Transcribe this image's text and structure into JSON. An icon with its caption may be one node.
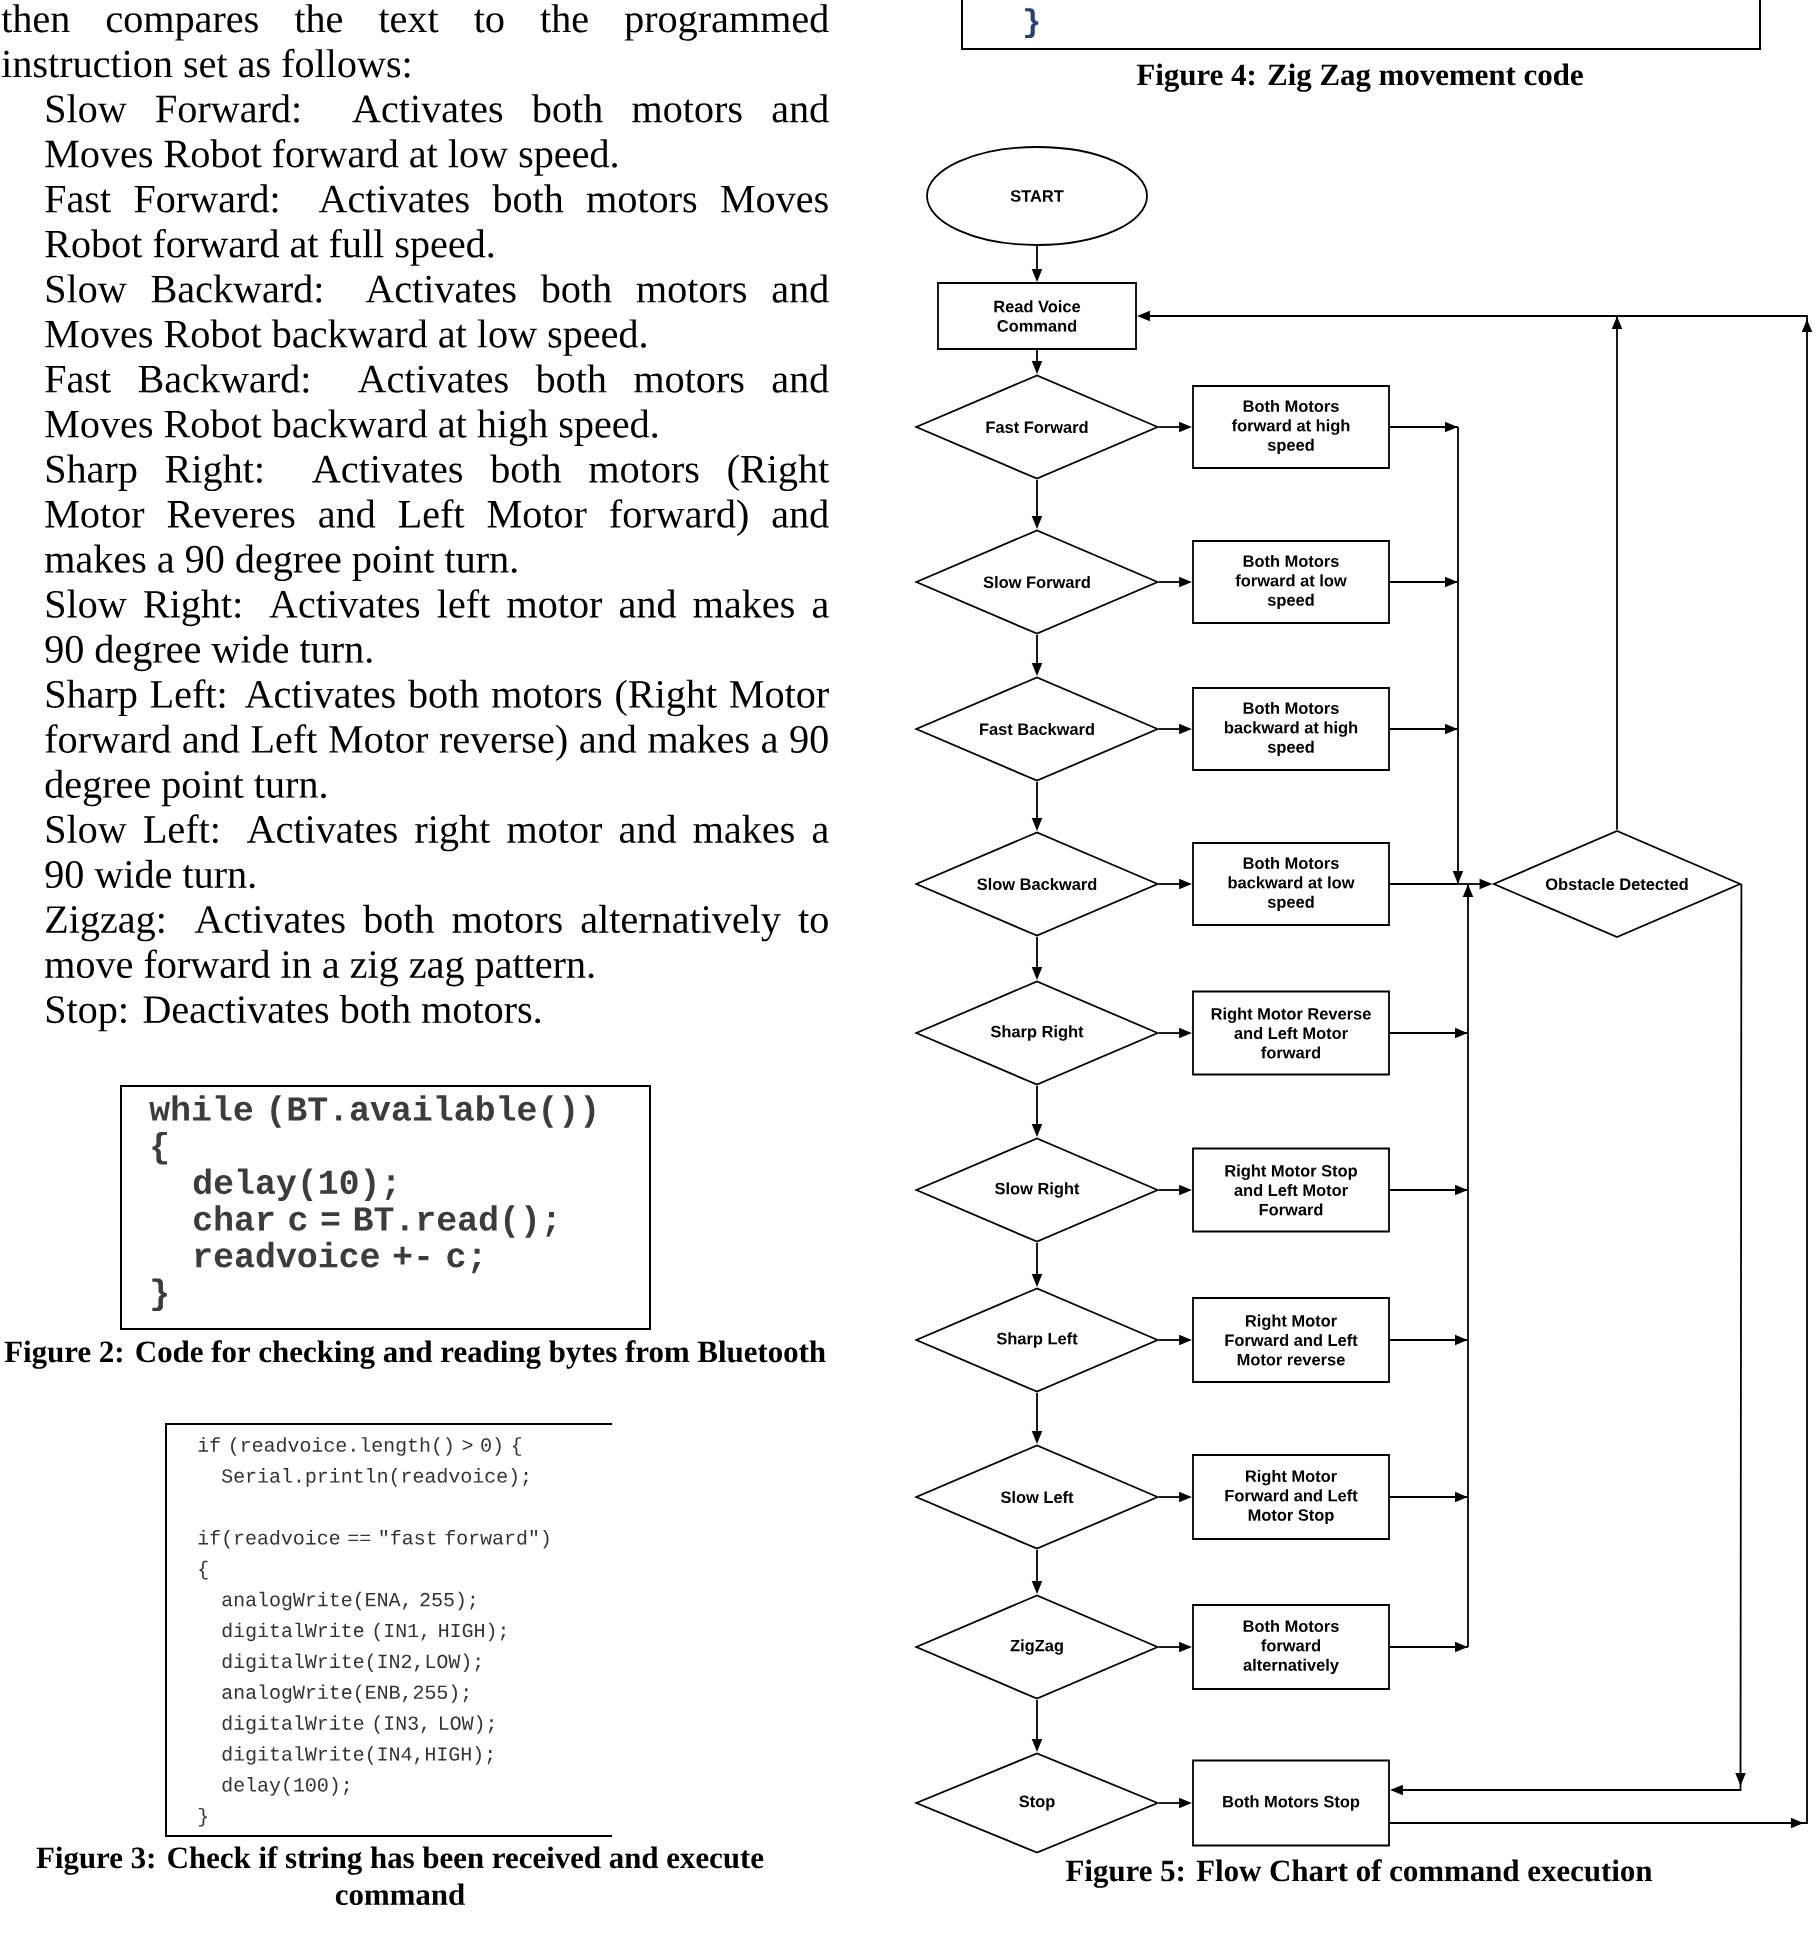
{
  "diagram": {
    "caption": "Figure 5: Flow Chart of command execution",
    "nodes": [
      {
        "text": [
          "while (BT.available())",
          "{",
          "delay(10);",
          "char c = BT.read();",
          "readvoice +- c;",
          "}"
        ],
        "beside": [
          "Figure 2: Code for checking and reading bytes from Bluetooth"
        ]
      },
      {
        "text": [
          "if (readvoice.length() > 0) {",
          "Serial.println(readvoice);",
          "if(readvoice == \"fast forward\")",
          "{",
          "analogWrite(ENA, 255);",
          "digitalWrite (IN1, HIGH);",
          "digitalWrite(IN2,LOW);",
          "analogWrite(ENB,255);",
          "digitalWrite (IN3, LOW);",
          "digitalWrite(IN4,HIGH);",
          "delay(100);",
          "}"
        ],
        "beside": [
          "Figure 3: Check if string has been received and execute command"
        ]
      },
      {
        "text": [
          "}"
        ],
        "beside": [
          "Figure 4: Zig Zag movement code"
        ]
      },
      {
        "text": [
          "START"
        ]
      },
      {
        "text": [
          "Read Voice Command"
        ]
      },
      {
        "text": [
          "Fast Forward"
        ]
      },
      {
        "text": [
          "Both Motors forward at high speed"
        ]
      },
      {
        "text": [
          "Slow Forward"
        ]
      },
      {
        "text": [
          "Both Motors forward at low speed"
        ]
      },
      {
        "text": [
          "Fast Backward"
        ]
      },
      {
        "text": [
          "Both Motors backward at high speed"
        ]
      },
      {
        "text": [
          "Slow Backward"
        ]
      },
      {
        "text": [
          "Both Motors backward at low speed"
        ]
      },
      {
        "text": [
          "Obstacle Detected"
        ]
      },
      {
        "text": [
          "Sharp Right"
        ]
      },
      {
        "text": [
          "Right Motor Reverse and Left Motor forward"
        ]
      },
      {
        "text": [
          "Slow Right"
        ]
      },
      {
        "text": [
          "Right Motor Stop and Left Motor Forward"
        ]
      },
      {
        "text": [
          "Sharp Left"
        ]
      },
      {
        "text": [
          "Right Motor Forward and Left Motor reverse"
        ]
      },
      {
        "text": [
          "Slow Left"
        ]
      },
      {
        "text": [
          "Right Motor Forward and Left Motor Stop"
        ]
      },
      {
        "text": [
          "ZigZag"
        ]
      },
      {
        "text": [
          "Both Motors forward alternatively"
        ]
      },
      {
        "text": [
          "Stop"
        ]
      },
      {
        "text": [
          "Both Motors Stop"
        ]
      }
    ],
    "edges": [
      {
        "from": 3,
        "to": 4,
        "arrow": "to"
      },
      {
        "from": 4,
        "to": 5,
        "arrow": "to"
      },
      {
        "from": 5,
        "to": 7,
        "arrow": "to"
      },
      {
        "from": 7,
        "to": 9,
        "arrow": "to"
      },
      {
        "from": 9,
        "to": 11,
        "arrow": "to"
      },
      {
        "from": 11,
        "to": 14,
        "arrow": "to"
      },
      {
        "from": 14,
        "to": 16,
        "arrow": "to"
      },
      {
        "from": 16,
        "to": 18,
        "arrow": "to"
      },
      {
        "from": 18,
        "to": 20,
        "arrow": "to"
      },
      {
        "from": 20,
        "to": 22,
        "arrow": "to"
      },
      {
        "from": 22,
        "to": 24,
        "arrow": "to"
      },
      {
        "from": 5,
        "to": 6,
        "arrow": "to"
      },
      {
        "from": 7,
        "to": 8,
        "arrow": "to"
      },
      {
        "from": 9,
        "to": 10,
        "arrow": "to"
      },
      {
        "from": 11,
        "to": 12,
        "arrow": "to"
      },
      {
        "from": 14,
        "to": 15,
        "arrow": "to"
      },
      {
        "from": 16,
        "to": 17,
        "arrow": "to"
      },
      {
        "from": 18,
        "to": 19,
        "arrow": "to"
      },
      {
        "from": 20,
        "to": 21,
        "arrow": "to"
      },
      {
        "from": 22,
        "to": 23,
        "arrow": "to"
      },
      {
        "from": 24,
        "to": 25,
        "arrow": "to"
      },
      {
        "from": 6,
        "to": 13,
        "arrow": "to"
      },
      {
        "from": 8,
        "to": 13,
        "arrow": "to"
      },
      {
        "from": 10,
        "to": 13,
        "arrow": "to"
      },
      {
        "from": 12,
        "to": 13,
        "arrow": "to"
      },
      {
        "from": 15,
        "to": 13,
        "arrow": "to"
      },
      {
        "from": 17,
        "to": 13,
        "arrow": "to"
      },
      {
        "from": 19,
        "to": 13,
        "arrow": "to"
      },
      {
        "from": 21,
        "to": 13,
        "arrow": "to"
      },
      {
        "from": 23,
        "to": 13,
        "arrow": "to"
      },
      {
        "from": 13,
        "to": 4,
        "arrow": "to"
      },
      {
        "from": 13,
        "to": 25,
        "arrow": "to"
      },
      {
        "from": 25,
        "to": 4,
        "arrow": "to"
      }
    ],
    "labels": [
      "then compares the text to the programmed instruction set as follows:",
      "Slow Forward: Activates both motors and Moves Robot forward at low speed.",
      "Fast Forward: Activates both motors Moves Robot forward at full speed.",
      "Slow Backward: Activates both motors and Moves Robot backward at low speed.",
      "Fast Backward: Activates both motors and Moves Robot backward at high speed.",
      "Sharp Right: Activates both motors (Right Motor Reveres and Left Motor forward) and makes a 90 degree point turn.",
      "Slow Right: Activates left motor and makes a 90 degree wide turn.",
      "Sharp Left: Activates both motors (Right Motor forward and Left Motor reverse) and makes a 90 degree point turn.",
      "Slow Left: Activates right motor and makes a 90 wide turn.",
      "Zigzag: Activates both motors alternatively to move forward in a zig zag pattern.",
      "Stop: Deactivates both motors."
    ]
  }
}
